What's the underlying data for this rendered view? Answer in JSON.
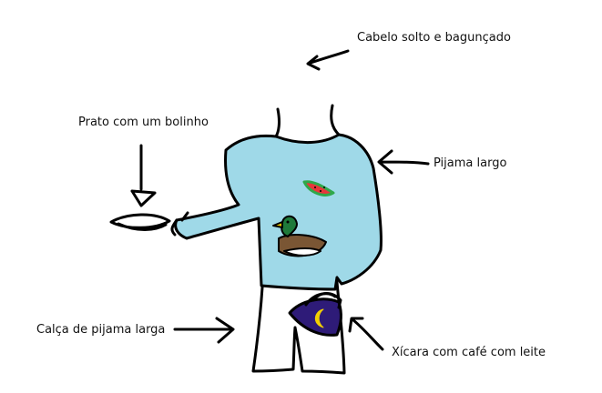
{
  "labels": {
    "hair": "Cabelo solto e bagunçado",
    "plate": "Prato com um bolinho",
    "pajama": "Pijama largo",
    "pants": "Calça de pijama larga",
    "mug": "Xícara com café com leite"
  },
  "colors": {
    "outline": "#000000",
    "shirt": "#9fd9e8",
    "mug_body": "#2e1b78",
    "moon": "#f2d000",
    "watermelon_rind": "#2fa84a",
    "watermelon_flesh": "#e8363b",
    "duck_head": "#1f7a3a",
    "duck_bill": "#e5c400",
    "duck_body": "#7a5634"
  },
  "icons": [
    "watermelon-icon",
    "duck-icon",
    "moon-icon"
  ]
}
